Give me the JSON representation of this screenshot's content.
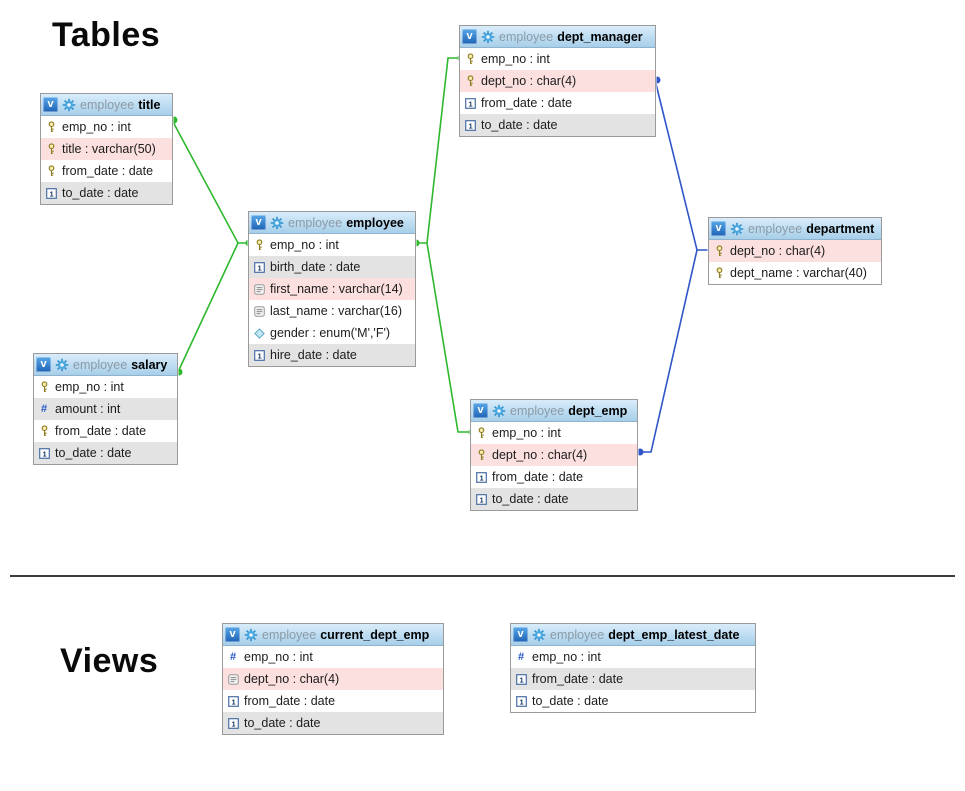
{
  "headings": {
    "tables": "Tables",
    "views": "Views"
  },
  "colors": {
    "relation_green": "#2eb82e",
    "relation_blue": "#2f55c8",
    "row_pink": "#fcdfdf",
    "row_gray": "#e3e3e3",
    "header_blue": "#bcdcf1"
  },
  "tables": [
    {
      "schema": "employee",
      "name": "title",
      "fields": [
        {
          "label": "emp_no : int",
          "icon": "key",
          "bg": "white"
        },
        {
          "label": "title : varchar(50)",
          "icon": "key",
          "bg": "pink"
        },
        {
          "label": "from_date : date",
          "icon": "key",
          "bg": "white"
        },
        {
          "label": "to_date : date",
          "icon": "date",
          "bg": "gray"
        }
      ]
    },
    {
      "schema": "employee",
      "name": "dept_manager",
      "fields": [
        {
          "label": "emp_no : int",
          "icon": "key",
          "bg": "white"
        },
        {
          "label": "dept_no : char(4)",
          "icon": "key",
          "bg": "pink"
        },
        {
          "label": "from_date : date",
          "icon": "date",
          "bg": "white"
        },
        {
          "label": "to_date : date",
          "icon": "date",
          "bg": "gray"
        }
      ]
    },
    {
      "schema": "employee",
      "name": "employee",
      "fields": [
        {
          "label": "emp_no : int",
          "icon": "key",
          "bg": "white"
        },
        {
          "label": "birth_date : date",
          "icon": "date",
          "bg": "gray"
        },
        {
          "label": "first_name : varchar(14)",
          "icon": "text",
          "bg": "pink"
        },
        {
          "label": "last_name : varchar(16)",
          "icon": "text",
          "bg": "white"
        },
        {
          "label": "gender : enum('M','F')",
          "icon": "enum",
          "bg": "white"
        },
        {
          "label": "hire_date : date",
          "icon": "date",
          "bg": "gray"
        }
      ]
    },
    {
      "schema": "employee",
      "name": "salary",
      "fields": [
        {
          "label": "emp_no : int",
          "icon": "key",
          "bg": "white"
        },
        {
          "label": "amount : int",
          "icon": "num",
          "bg": "gray"
        },
        {
          "label": "from_date : date",
          "icon": "key",
          "bg": "white"
        },
        {
          "label": "to_date : date",
          "icon": "date",
          "bg": "gray"
        }
      ]
    },
    {
      "schema": "employee",
      "name": "dept_emp",
      "fields": [
        {
          "label": "emp_no : int",
          "icon": "key",
          "bg": "white"
        },
        {
          "label": "dept_no : char(4)",
          "icon": "key",
          "bg": "pink"
        },
        {
          "label": "from_date : date",
          "icon": "date",
          "bg": "white"
        },
        {
          "label": "to_date : date",
          "icon": "date",
          "bg": "gray"
        }
      ]
    },
    {
      "schema": "employee",
      "name": "department",
      "fields": [
        {
          "label": "dept_no : char(4)",
          "icon": "key",
          "bg": "pink"
        },
        {
          "label": "dept_name : varchar(40)",
          "icon": "key",
          "bg": "white"
        }
      ]
    }
  ],
  "views": [
    {
      "schema": "employee",
      "name": "current_dept_emp",
      "fields": [
        {
          "label": "emp_no : int",
          "icon": "num",
          "bg": "white"
        },
        {
          "label": "dept_no : char(4)",
          "icon": "text",
          "bg": "pink"
        },
        {
          "label": "from_date : date",
          "icon": "date",
          "bg": "white"
        },
        {
          "label": "to_date : date",
          "icon": "date",
          "bg": "gray"
        }
      ]
    },
    {
      "schema": "employee",
      "name": "dept_emp_latest_date",
      "fields": [
        {
          "label": "emp_no : int",
          "icon": "num",
          "bg": "white"
        },
        {
          "label": "from_date : date",
          "icon": "date",
          "bg": "gray"
        },
        {
          "label": "to_date : date",
          "icon": "date",
          "bg": "white"
        }
      ]
    }
  ],
  "relations": [
    {
      "from": "title.emp_no",
      "to": "employee.emp_no",
      "color": "green"
    },
    {
      "from": "salary.emp_no",
      "to": "employee.emp_no",
      "color": "green"
    },
    {
      "from": "dept_manager.emp_no",
      "to": "employee.emp_no",
      "color": "green"
    },
    {
      "from": "dept_emp.emp_no",
      "to": "employee.emp_no",
      "color": "green"
    },
    {
      "from": "dept_manager.dept_no",
      "to": "department.dept_no",
      "color": "blue"
    },
    {
      "from": "dept_emp.dept_no",
      "to": "department.dept_no",
      "color": "blue"
    }
  ],
  "header_icon": "v",
  "gear_icon": "table-options-gear"
}
